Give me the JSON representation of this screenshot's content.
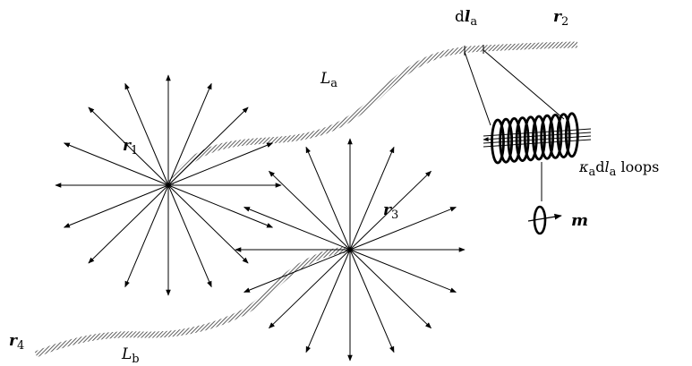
{
  "colors": {
    "ink": "#000000",
    "hatch": "#555555",
    "background": "#ffffff"
  },
  "labels": {
    "r1": {
      "sym": "r",
      "sub": "1"
    },
    "r2": {
      "sym": "r",
      "sub": "2"
    },
    "r3": {
      "sym": "r",
      "sub": "3"
    },
    "r4": {
      "sym": "r",
      "sub": "4"
    },
    "La": {
      "sym": "L",
      "sub": "a"
    },
    "Lb": {
      "sym": "L",
      "sub": "b"
    },
    "dla": {
      "d": "d",
      "sym": "l",
      "sub": "a"
    },
    "loops": {
      "kappa": "κ",
      "kappa_sub": "a",
      "d": "d",
      "sym": "l",
      "sub": "a",
      "suffix": " loops"
    },
    "m": "m"
  }
}
